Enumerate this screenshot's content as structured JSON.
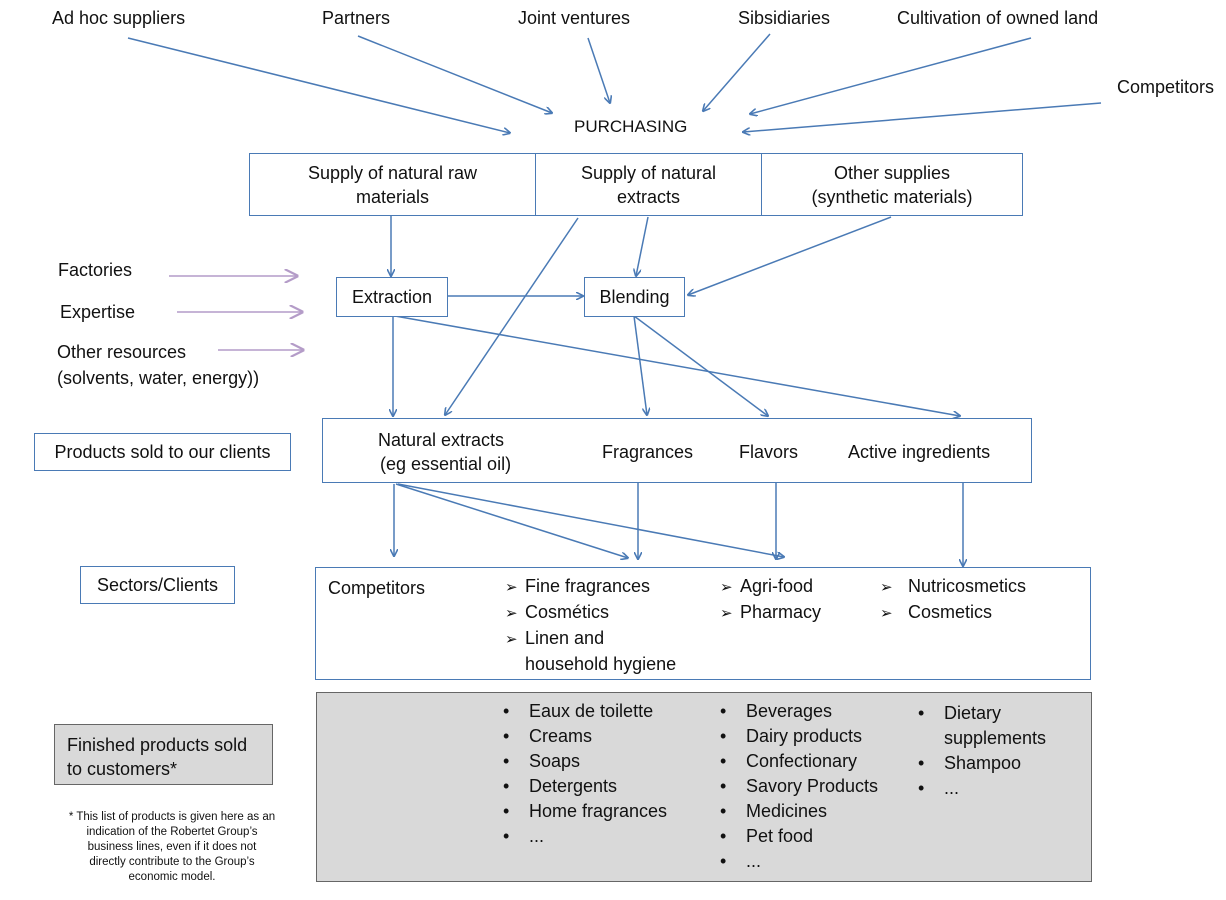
{
  "sources": {
    "ad_hoc": "Ad hoc suppliers",
    "partners": "Partners",
    "joint_ventures": "Joint ventures",
    "subsidiaries": "Sibsidiaries",
    "cultivation": "Cultivation of owned land",
    "competitors": "Competitors"
  },
  "purchasing": "PURCHASING",
  "supply": {
    "raw": [
      "Supply of natural raw",
      "materials"
    ],
    "extracts": [
      "Supply of natural",
      "extracts"
    ],
    "other": [
      "Other supplies",
      "(synthetic materials)"
    ]
  },
  "resources": {
    "factories": "Factories",
    "expertise": "Expertise",
    "other": [
      "Other resources",
      "(solvents, water, energy))"
    ]
  },
  "process": {
    "extraction": "Extraction",
    "blending": "Blending"
  },
  "left_labels": {
    "products_sold": "Products sold to our clients",
    "sectors": "Sectors/Clients",
    "finished": [
      "Finished products sold",
      "to customers*"
    ]
  },
  "products": {
    "natural_extracts": [
      "Natural extracts",
      "(eg essential oil)"
    ],
    "fragrances": "Fragrances",
    "flavors": "Flavors",
    "active": "Active ingredients"
  },
  "sectors": {
    "competitors": "Competitors",
    "fragrance_list": [
      "Fine fragrances",
      "Cosmétics",
      "Linen and",
      "household hygiene"
    ],
    "flavor_list": [
      "Agri-food",
      "Pharmacy"
    ],
    "active_list": [
      "Nutricosmetics",
      "Cosmetics"
    ]
  },
  "finished": {
    "col1": [
      "Eaux de toilette",
      "Creams",
      "Soaps",
      "Detergents",
      "Home fragrances",
      "..."
    ],
    "col2": [
      "Beverages",
      "Dairy products",
      "Confectionary",
      "Savory Products",
      "Medicines",
      "Pet food",
      "..."
    ],
    "col3": [
      "Dietary",
      "supplements",
      "Shampoo",
      "..."
    ]
  },
  "footnote": [
    "* This list of products is given here as an",
    "indication of the Robertet Group’s",
    "business lines, even if it does not",
    "directly contribute to the Group’s",
    "economic model."
  ],
  "colors": {
    "arrow_blue": "#4a7ab5",
    "arrow_purple": "#b49cc8",
    "gray_fill": "#d9d9d9"
  }
}
